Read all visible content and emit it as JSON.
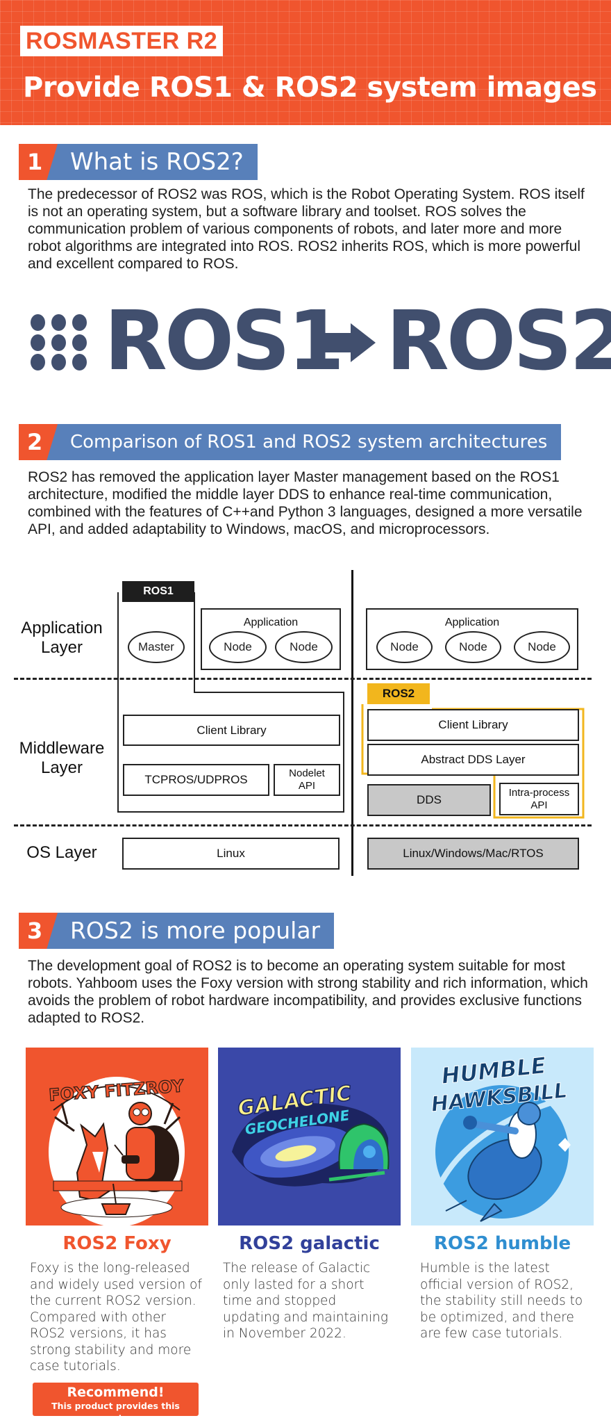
{
  "header": {
    "brand": "ROSMASTER R2",
    "title": "Provide ROS1 & ROS2 system images",
    "accent_color": "#f0552e"
  },
  "sections": [
    {
      "number": "1",
      "title": "What is ROS2?",
      "body": "The predecessor of ROS2 was ROS, which is the Robot Operating System. ROS itself is not an operating system, but a software library and toolset. ROS solves the communication problem of various components of robots, and later more and more robot algorithms are integrated into ROS. ROS2 inherits ROS, which is more powerful and excellent compared to ROS."
    },
    {
      "number": "2",
      "title": "Comparison of ROS1 and ROS2 system architectures",
      "body": "ROS2 has removed the application layer Master management based on the ROS1 architecture, modified the middle layer DDS to enhance real-time communication, combined with the features of C++and Python 3 languages, designed a more versatile API, and added adaptability to Windows, macOS, and microprocessors."
    },
    {
      "number": "3",
      "title": "ROS2 is more popular",
      "body": "The development goal of ROS2 is to become an operating system suitable for most robots. Yahboom uses the Foxy version with strong stability and rich information, which avoids the problem of robot hardware incompatibility, and provides exclusive functions adapted to ROS2."
    }
  ],
  "banner": {
    "from": "ROS1",
    "to": "ROS2",
    "icon": "arrow-right-icon",
    "color": "#414f6e"
  },
  "diagram": {
    "layers": {
      "application": "Application\nLayer",
      "middleware": "Middleware\nLayer",
      "os": "OS Layer"
    },
    "ros1": {
      "tag": "ROS1",
      "master": "Master",
      "application_label": "Application",
      "nodes": [
        "Node",
        "Node"
      ],
      "client_library": "Client Library",
      "transport": "TCPROS/UDPROS",
      "nodelet_api": "Nodelet\nAPI",
      "os": "Linux"
    },
    "ros2": {
      "tag": "ROS2",
      "application_label": "Application",
      "nodes": [
        "Node",
        "Node",
        "Node"
      ],
      "client_library": "Client Library",
      "abstract_dds": "Abstract DDS Layer",
      "dds": "DDS",
      "intra_process_api": "Intra-process\nAPI",
      "os": "Linux/Windows/Mac/RTOS"
    }
  },
  "versions": [
    {
      "title": "ROS2 Foxy",
      "artwork_caption": "FOXY FITZROY",
      "color": "#f0552e",
      "description": "Foxy is the long-released and widely used version of the current ROS2 version. Compared with other ROS2 versions, it has strong stability and more case tutorials."
    },
    {
      "title": "ROS2 galactic",
      "artwork_caption": "GALACTIC GEOCHELONE",
      "color": "#31409a",
      "description": "The release of Galactic only lasted for a short time and stopped updating and maintaining in November 2022."
    },
    {
      "title": "ROS2 humble",
      "artwork_caption": "HUMBLE HAWKSBILL",
      "color": "#2f8ed0",
      "description": "Humble is the latest official version of ROS2, the stability still needs to be optimized, and there are few case tutorials."
    }
  ],
  "recommend": {
    "title": "Recommend!",
    "subtitle": "This product provides this version"
  }
}
